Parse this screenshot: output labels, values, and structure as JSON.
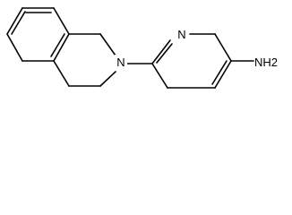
{
  "molecule": {
    "atoms": {
      "n_ring": "N",
      "n_pyridine": "N",
      "amine": "NH2"
    }
  },
  "colors": {
    "bond": "#000000",
    "background": "#ffffff"
  }
}
